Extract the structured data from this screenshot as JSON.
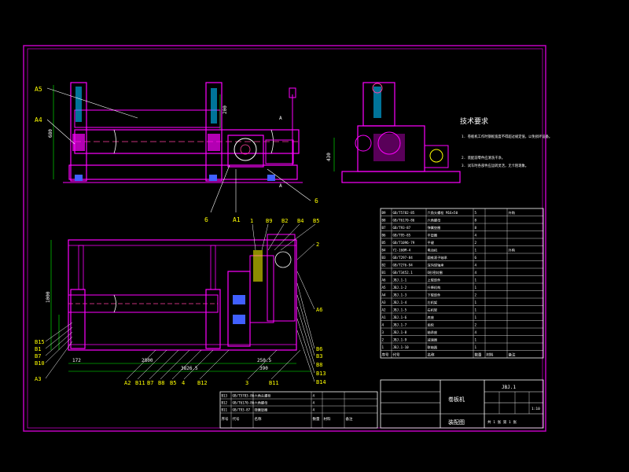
{
  "colors": {
    "background": "#000000",
    "frame": "#c000c0",
    "part": "#ff00ff",
    "pink": "#ff40a0",
    "white": "#ffffff",
    "cyan": "#00c0ff",
    "yellow": "#ffff00",
    "green": "#00ff00",
    "blue": "#4060ff",
    "red": "#ff2020"
  },
  "tech": {
    "title": "技术要求",
    "req1": "1. 卷板机工作时钢板宽度不得超过规定值，以免损坏设备。",
    "req2": "2. 装配前零件应清洗干净。",
    "req3": "3. 试车时各部件应运转灵活，无卡阻现象。"
  },
  "front_view": {
    "labels": {
      "A5": "A5",
      "A4": "A4",
      "A1": "A1",
      "six_left": "6",
      "six_right": "6",
      "section_a": "A"
    },
    "dims": {
      "d1": "680",
      "d2": "200"
    }
  },
  "top_view": {
    "top_labels": [
      "1",
      "B9",
      "B2",
      "B4",
      "B5"
    ],
    "right_labels": [
      "2",
      "A6",
      "B6",
      "B3",
      "B8",
      "B13",
      "B14"
    ],
    "left_labels": [
      "B15",
      "B1",
      "B7",
      "B10",
      "A3"
    ],
    "bottom_labels": [
      "A2",
      "B11",
      "B7",
      "B8",
      "B5",
      "4",
      "B12",
      "3",
      "B11"
    ],
    "dims": {
      "length": "2800",
      "total": "3826.5",
      "left_small": "172",
      "right_small": "250.5",
      "right_small2": "390",
      "height": "1000"
    }
  },
  "bom": {
    "rows": [
      [
        "B9",
        "GB/T5782-85",
        "六角头螺栓 M16×50",
        "5",
        "",
        "外购"
      ],
      [
        "B8",
        "GB/T6170-86",
        "六角螺母",
        "8",
        "",
        ""
      ],
      [
        "B7",
        "GB/T93-87",
        "弹簧垫圈",
        "8",
        "",
        ""
      ],
      [
        "B6",
        "GB/T95-85",
        "平垫圈",
        "4",
        "",
        ""
      ],
      [
        "B5",
        "GB/T1096-79",
        "平键",
        "2",
        "",
        ""
      ],
      [
        "B4",
        "Y2-160M-4",
        "电动机",
        "1",
        "",
        "外购"
      ],
      [
        "B3",
        "GB/T297-84",
        "圆锥滚子轴承",
        "6",
        "",
        ""
      ],
      [
        "B2",
        "GB/T276-94",
        "深沟球轴承",
        "4",
        "",
        ""
      ],
      [
        "B1",
        "GB/T3452.1",
        "O形密封圈",
        "4",
        "",
        ""
      ],
      [
        "A6",
        "JBJ.1-1",
        "上辊部件",
        "1",
        "",
        ""
      ],
      [
        "A5",
        "JBJ.1-2",
        "升降机构",
        "1",
        "",
        ""
      ],
      [
        "A4",
        "JBJ.1-3",
        "下辊部件",
        "2",
        "",
        ""
      ],
      [
        "A3",
        "JBJ.1-4",
        "左机架",
        "1",
        "",
        ""
      ],
      [
        "A2",
        "JBJ.1-5",
        "右机架",
        "1",
        "",
        ""
      ],
      [
        "A1",
        "JBJ.1-6",
        "底座",
        "1",
        "",
        ""
      ],
      [
        "4",
        "JBJ.1-7",
        "齿轮",
        "2",
        "",
        ""
      ],
      [
        "3",
        "JBJ.1-8",
        "轴承座",
        "4",
        "",
        ""
      ],
      [
        "2",
        "JBJ.1-9",
        "减速器",
        "1",
        "",
        ""
      ],
      [
        "1",
        "JBJ.1-10",
        "联轴器",
        "1",
        "",
        ""
      ]
    ],
    "header": [
      "序号",
      "代号",
      "名称",
      "数量",
      "材料",
      "备注"
    ]
  },
  "title_block": {
    "drawing_name": "卷板机",
    "drawing_no": "JBJ.1",
    "assembly": "装配图",
    "ratio": "1:10",
    "sheet": "共 1 张  第 1 张"
  },
  "left_list": {
    "rows": [
      [
        "B13",
        "GB/T5783-86",
        "六角头螺栓",
        "4"
      ],
      [
        "B12",
        "GB/T6170-86",
        "六角螺母",
        "4"
      ],
      [
        "B11",
        "GB/T93-87",
        "弹簧垫圈",
        "4"
      ]
    ],
    "header": [
      "序号",
      "代号",
      "名称",
      "数量",
      "材料",
      "备注"
    ]
  }
}
